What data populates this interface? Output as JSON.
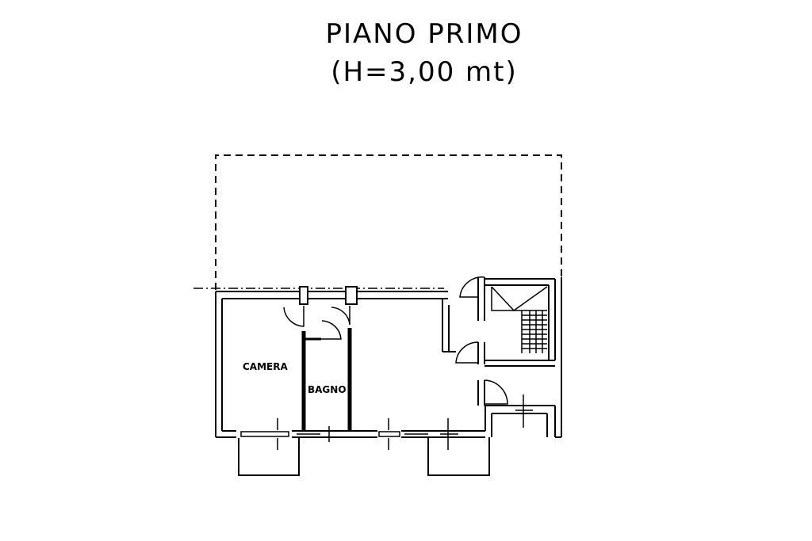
{
  "title": {
    "line1": "PIANO  PRIMO",
    "line2": "(H=3,00  mt)"
  },
  "rooms": {
    "camera": "CAMERA",
    "bagno": "BAGNO"
  }
}
